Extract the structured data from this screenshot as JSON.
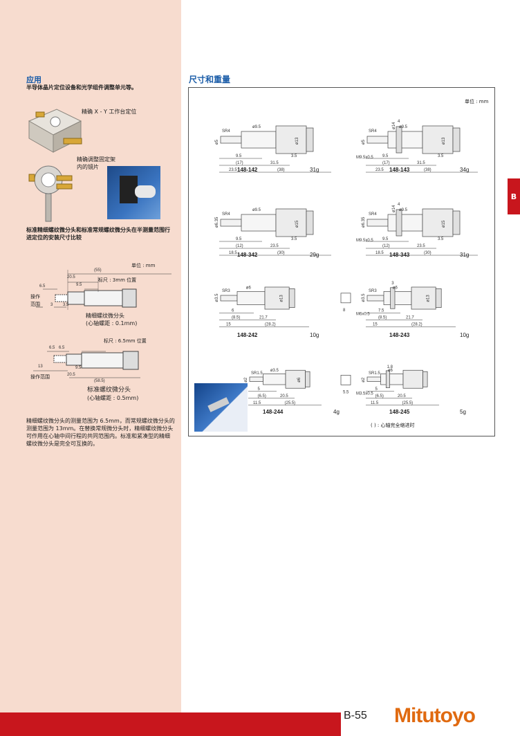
{
  "left": {
    "app_title": "应用",
    "app_desc": "半导体晶片定位设备和光学组件调整单元等。",
    "caption_xy": "精确 X - Y 工作台定位",
    "caption_mirror": "精确调整固定架内的镜片",
    "compare_title": "标准精细螺纹微分头和标准常规螺纹微分头在半测量范围行进定位的安装尺寸比较",
    "unit": "单位 : mm",
    "fine": {
      "dim_55": "(55)",
      "dim_20_5": "20.5",
      "dim_9_5": "9.5",
      "dim_6_5": "6.5",
      "dim_3a": "3",
      "dim_3_5": "3.5",
      "scale_label": "标尺 : 3mm 位置",
      "op_range": "操作范围",
      "name": "精细螺纹微分头",
      "pitch": "(心轴螺距 : 0.1mm)"
    },
    "standard": {
      "dim_6_5a": "6.5",
      "dim_6_5b": "6.5",
      "dim_13": "13",
      "dim_20_5": "20.5",
      "dim_9_5": "9.5",
      "dim_58_5": "(58.5)",
      "scale_label": "标尺 : 6.5mm 位置",
      "op_range": "操作范围",
      "name": "标准螺纹微分头",
      "pitch": "(心轴螺距 : 0.5mm)"
    },
    "bottom_text": "精细螺纹微分头的测量范围为 6.5mm，而常规螺纹微分头的测量范围为 13mm。在替换常规微分头时，精细螺纹微分头可作用在心轴中间行程的共同范围内。标准和紧凑型的精细螺纹微分头是完全可互换的。"
  },
  "right": {
    "title": "尺寸和重量",
    "unit": "单位 : mm",
    "models": [
      {
        "code": "148-142",
        "weight": "31g",
        "d1": "SR4",
        "d2": "ø5",
        "d3": "ø9.5",
        "d4": "ø13",
        "l1": "9.5",
        "l2": "(17)",
        "l3": "31.5",
        "l4": "23.5",
        "l5": "(38)",
        "l6": "3.5"
      },
      {
        "code": "148-143",
        "weight": "34g",
        "d1": "SR4",
        "d2": "ø5",
        "d3": "ø9.5",
        "d4": "ø13",
        "d5": "ø14",
        "thread": "M9.5x0.5",
        "t": "4",
        "l1": "9.5",
        "l2": "(17)",
        "l3": "31.5",
        "l4": "23.5",
        "l5": "(38)",
        "l6": "3.5"
      },
      {
        "code": "148-342",
        "weight": "29g",
        "d1": "SR4",
        "d2": "ø6.35",
        "d3": "ø9.5",
        "d4": "ø15",
        "l1": "9.5",
        "l2": "(12)",
        "l3": "23.5",
        "l4": "18.5",
        "l5": "(30)",
        "l6": "3.5"
      },
      {
        "code": "148-343",
        "weight": "31g",
        "d1": "SR4",
        "d2": "ø6.35",
        "d3": "ø9.5",
        "d4": "ø15",
        "d5": "ø14",
        "thread": "M9.5x0.5",
        "t": "4",
        "l1": "9.5",
        "l2": "(12)",
        "l3": "23.5",
        "l4": "18.5",
        "l5": "(30)",
        "l6": "3.5"
      },
      {
        "code": "148-242",
        "weight": "10g",
        "d1": "SR3",
        "d2": "ø3.5",
        "d3": "ø6",
        "d4": "ø13",
        "l1": "6",
        "l2": "(8.5)",
        "l3": "21.7",
        "l4": "15",
        "l5": "(28.2)"
      },
      {
        "code": "148-243",
        "weight": "10g",
        "d1": "SR3",
        "d2": "ø3.5",
        "d3": "ø6",
        "d4": "ø13",
        "thread": "M6x0.5",
        "t": "3",
        "hex": "8",
        "l1": "7.5",
        "l2": "(8.5)",
        "l3": "21.7",
        "l4": "15",
        "l5": "(28.2)"
      },
      {
        "code": "148-244",
        "weight": "4g",
        "d1": "SR1.5",
        "d2": "ø2",
        "d3": "ø3.5",
        "d4": "ø6",
        "l1": "5",
        "l2": "(6.5)",
        "l3": "20.5",
        "l4": "11.5",
        "l5": "(25.5)"
      },
      {
        "code": "148-245",
        "weight": "5g",
        "d1": "SR1.5",
        "d2": "ø2",
        "d3": "ø6",
        "thread": "M3.5x0.5",
        "t": "1.8",
        "hex": "5.5",
        "l1": "5",
        "l2": "(6.5)",
        "l3": "20.5",
        "l4": "11.5",
        "l5": "(25.5)"
      }
    ],
    "note": "( ) : 心轴完全缩进时"
  },
  "side_tab": "B",
  "page_number": "B-55",
  "brand": "Mitutoyo",
  "colors": {
    "accent_red": "#c8161d",
    "heading_blue": "#1a5ca8",
    "left_bg": "#f7dccf",
    "brand_orange": "#e06a10"
  }
}
